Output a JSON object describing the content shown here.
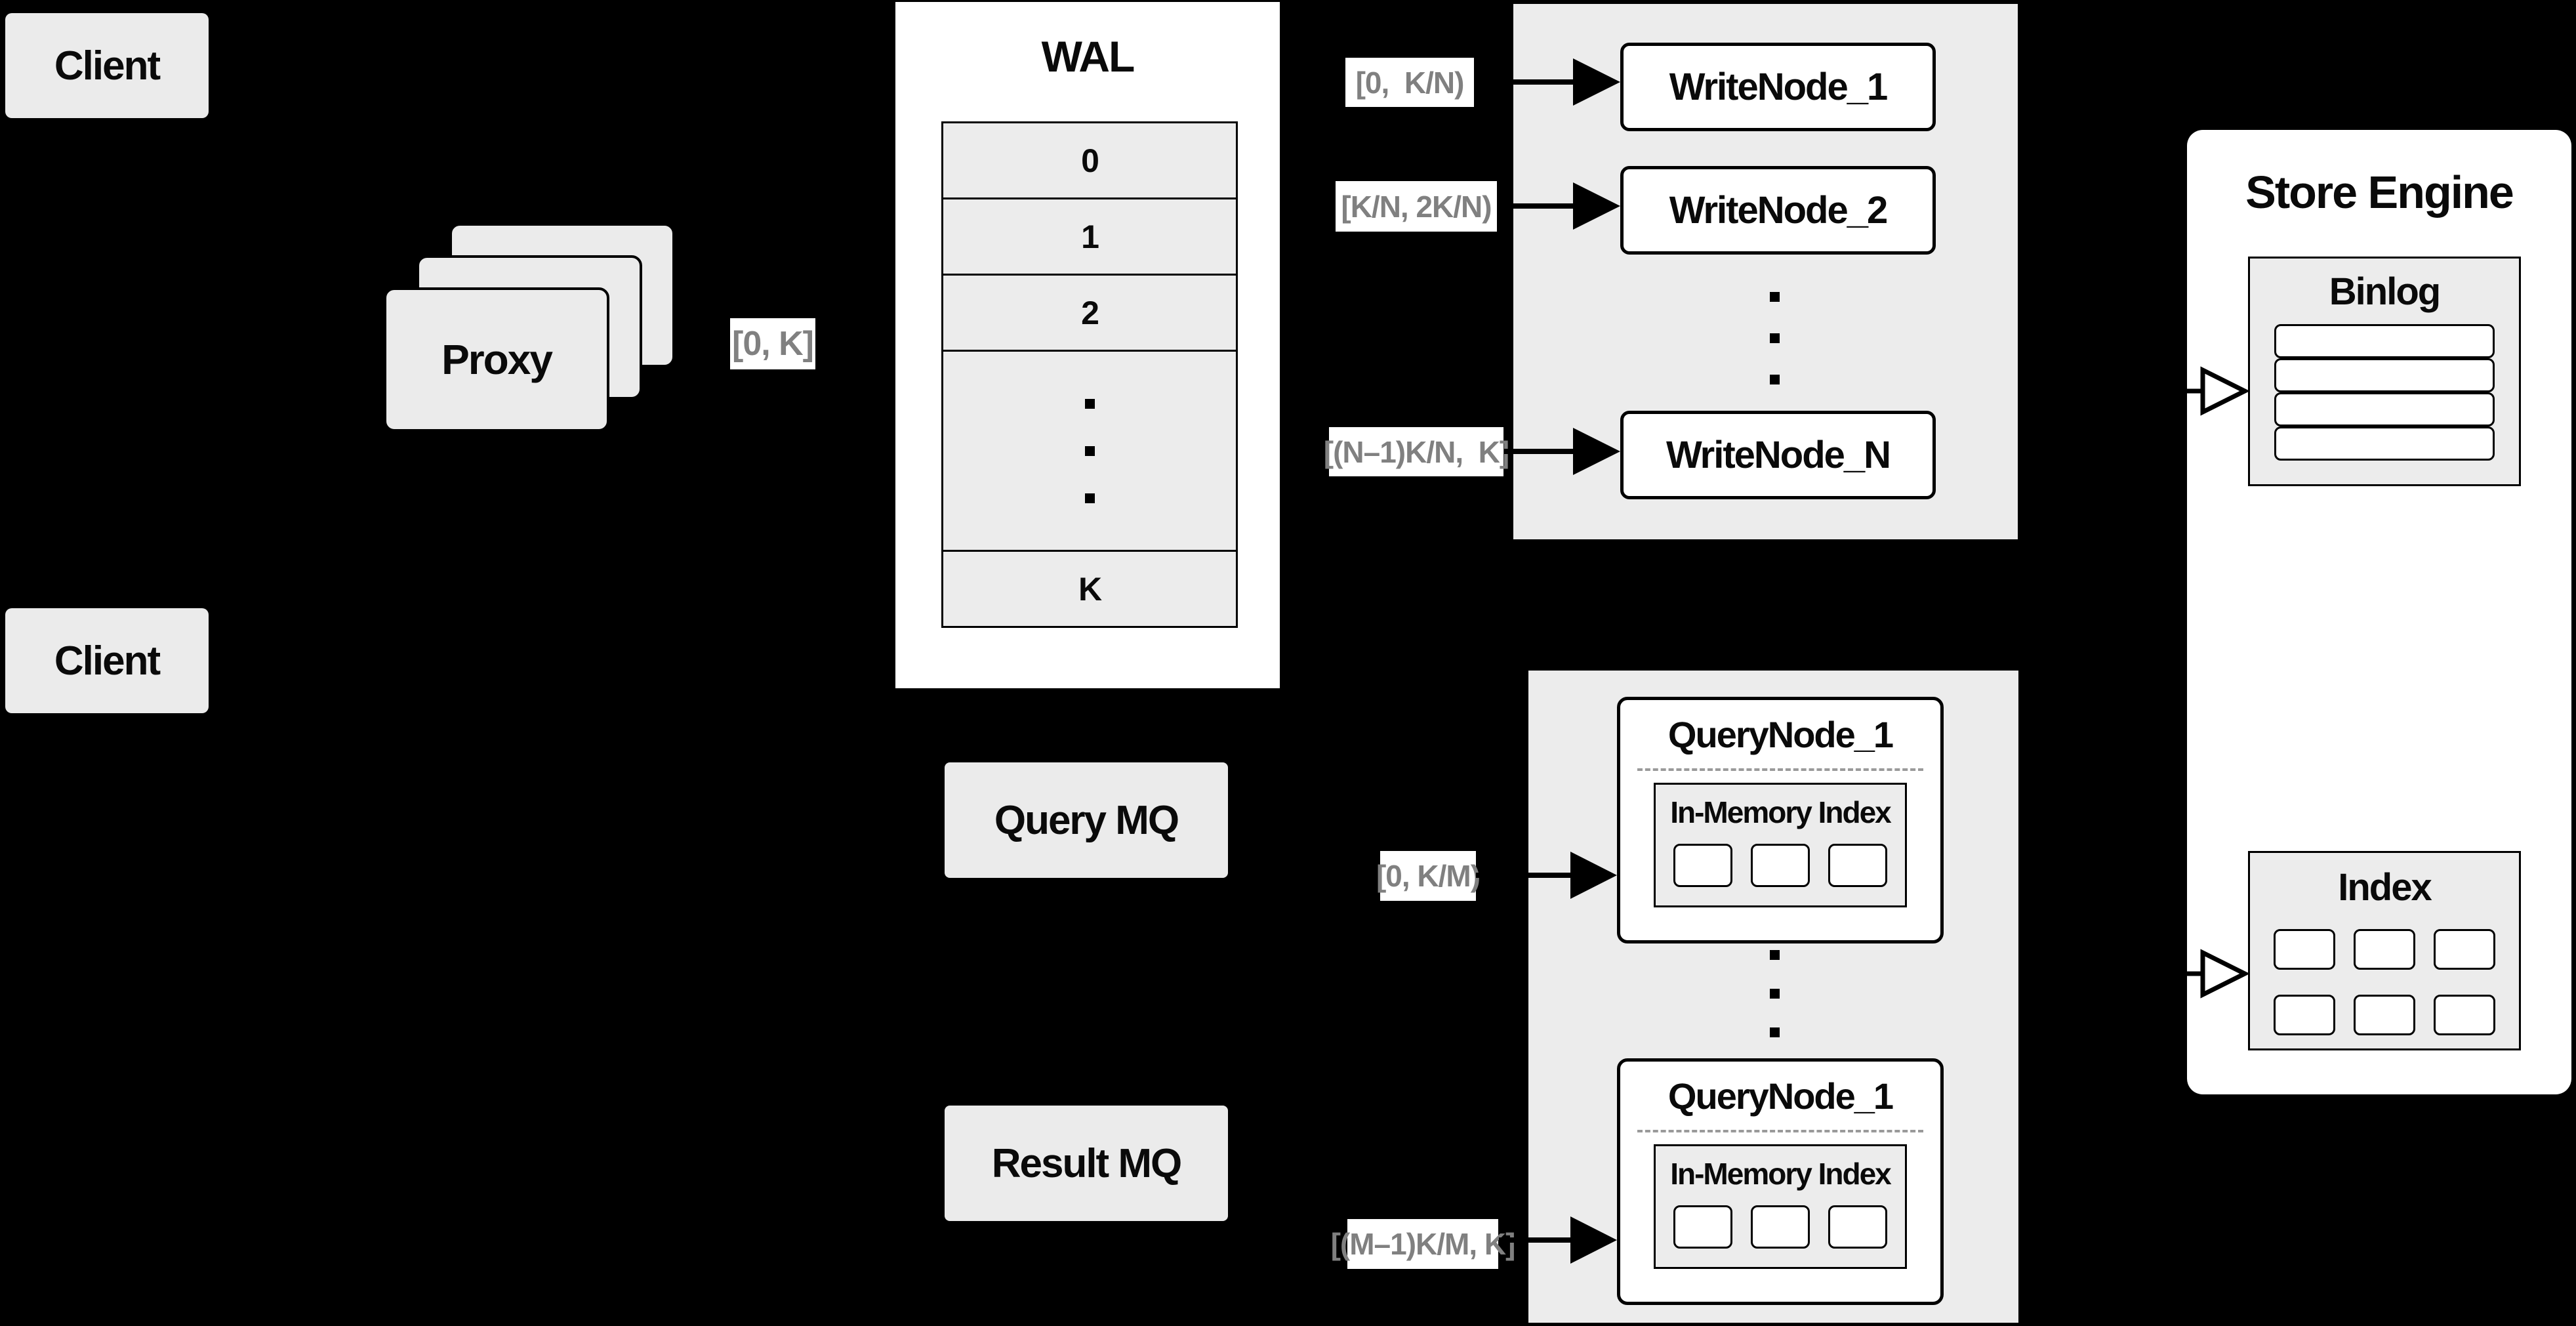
{
  "clients": {
    "top": "Client",
    "bottom": "Client"
  },
  "proxy": {
    "label": "Proxy"
  },
  "wal": {
    "title": "WAL",
    "rows": [
      "0",
      "1",
      "2",
      "K"
    ]
  },
  "range_labels": {
    "proxy_out": "[0, K]",
    "write_1": "[0,  K/N)",
    "write_2": "[K/N, 2K/N)",
    "write_n": "[(N–1)K/N,  K]",
    "query_first": "[0, K/M)",
    "query_last": "[(M–1)K/M, K]"
  },
  "write_group": {
    "nodes": [
      "WriteNode_1",
      "WriteNode_2",
      "WriteNode_N"
    ]
  },
  "query_group": {
    "nodes": [
      {
        "title": "QueryNode_1",
        "inner": "In-Memory Index"
      },
      {
        "title": "QueryNode_1",
        "inner": "In-Memory Index"
      }
    ]
  },
  "mq": {
    "query": "Query MQ",
    "result": "Result MQ"
  },
  "store_engine": {
    "title": "Store Engine",
    "binlog_title": "Binlog",
    "index_title": "Index"
  },
  "colors": {
    "background": "#000000",
    "box_gray": "#ebebeb",
    "panel_gray": "#ececec",
    "node_white": "#ffffff",
    "line_black": "#000000",
    "label_text_gray": "#808080"
  }
}
